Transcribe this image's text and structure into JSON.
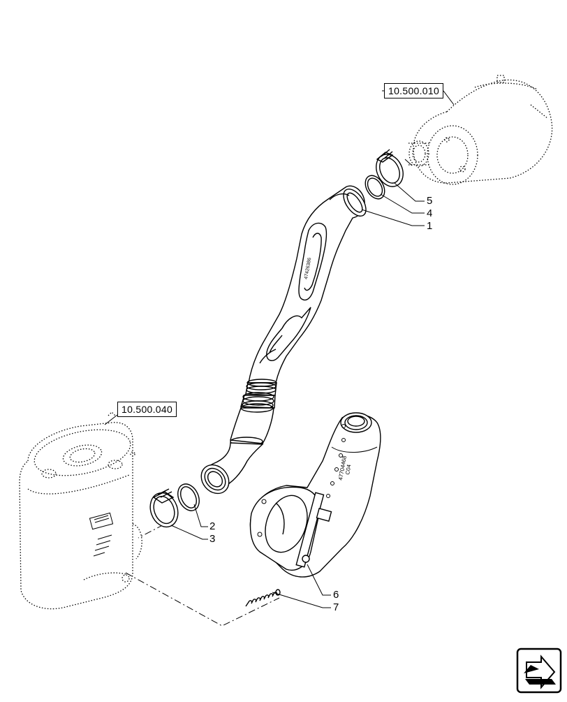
{
  "references": [
    {
      "id": "ref-top",
      "label": "10.500.010"
    },
    {
      "id": "ref-left",
      "label": "10.500.040"
    }
  ],
  "callouts": [
    {
      "id": "1",
      "label": "1"
    },
    {
      "id": "2",
      "label": "2"
    },
    {
      "id": "3",
      "label": "3"
    },
    {
      "id": "4",
      "label": "4"
    },
    {
      "id": "5",
      "label": "5"
    },
    {
      "id": "6",
      "label": "6"
    },
    {
      "id": "7",
      "label": "7"
    }
  ],
  "icons": {
    "corner": "next-page-arrow-icon"
  },
  "colors": {
    "line": "#000000",
    "background": "#ffffff"
  }
}
